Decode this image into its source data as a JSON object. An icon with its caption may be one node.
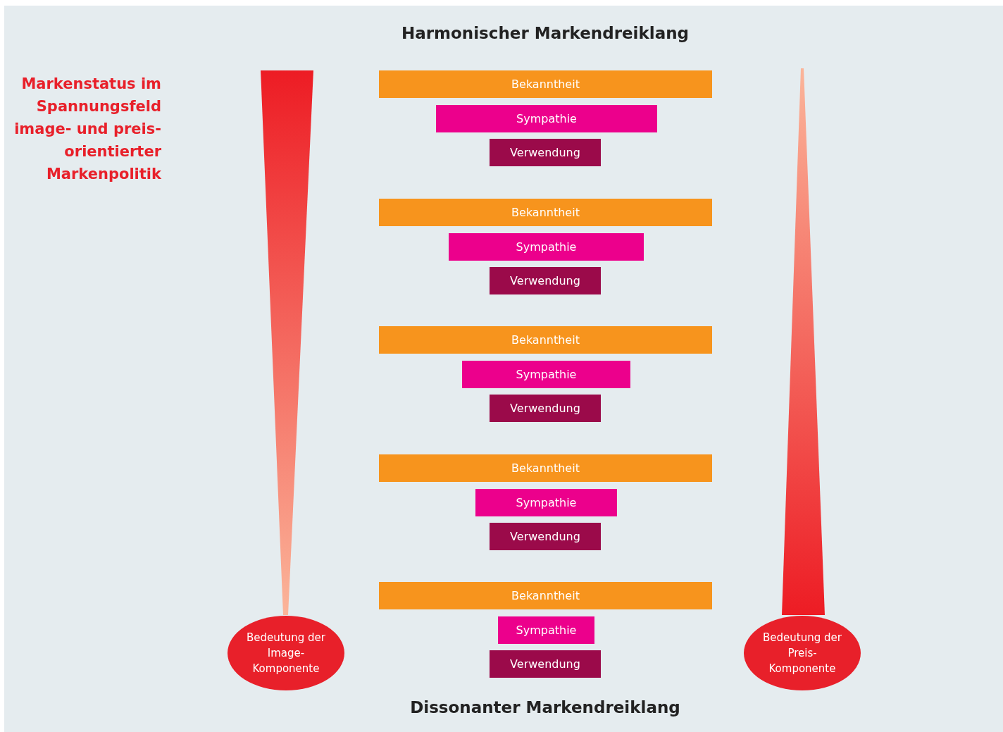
{
  "diagram": {
    "title": "Harmonischer Markendreiklang",
    "caption": "Dissonanter Markendreiklang",
    "nodes": [
      {
        "text": [
          "Bekanntheit"
        ]
      },
      {
        "text": [
          "Sympathie"
        ]
      },
      {
        "text": [
          "Verwendung"
        ]
      },
      {
        "text": [
          "Bekanntheit"
        ]
      },
      {
        "text": [
          "Sympathie"
        ]
      },
      {
        "text": [
          "Verwendung"
        ]
      },
      {
        "text": [
          "Bekanntheit"
        ]
      },
      {
        "text": [
          "Sympathie"
        ]
      },
      {
        "text": [
          "Verwendung"
        ]
      },
      {
        "text": [
          "Bekanntheit"
        ]
      },
      {
        "text": [
          "Sympathie"
        ]
      },
      {
        "text": [
          "Verwendung"
        ]
      },
      {
        "text": [
          "Bekanntheit"
        ]
      },
      {
        "text": [
          "Sympathie"
        ]
      },
      {
        "text": [
          "Verwendung"
        ]
      },
      {
        "text": [
          "Bedeutung der Image- Komponente"
        ]
      },
      {
        "text": [
          "Bedeutung der Preis- Komponente"
        ]
      },
      {
        "text": [],
        "shape": "triangle"
      },
      {
        "text": [],
        "shape": "triangle"
      }
    ],
    "labels": [
      "Markenstatus im Spannungsfeld image- und preis- orientierter Markenpolitik"
    ]
  }
}
